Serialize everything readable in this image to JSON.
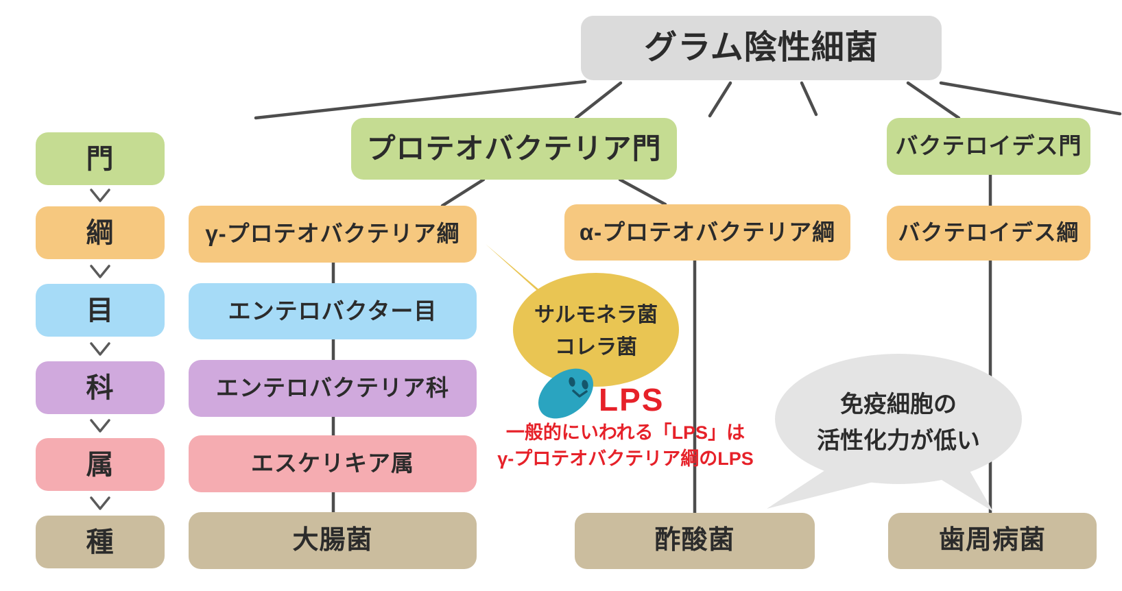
{
  "title": "グラム陰性細菌",
  "rank_column": {
    "ranks": [
      {
        "label": "門"
      },
      {
        "label": "綱"
      },
      {
        "label": "目"
      },
      {
        "label": "科"
      },
      {
        "label": "属"
      },
      {
        "label": "種"
      }
    ]
  },
  "tree": {
    "root": "グラム陰性細菌",
    "proteobacteria_phylum": "プロテオバクテリア門",
    "bacteroidetes_phylum": "バクテロイデス門",
    "gamma_class": "γ-プロテオバクテリア綱",
    "alpha_class": "α-プロテオバクテリア綱",
    "bacteroidetes_class": "バクテロイデス綱",
    "enterobacter_order": "エンテロバクター目",
    "enterobacteria_family": "エンテロバクテリア科",
    "escherichia_genus": "エスケリキア属",
    "e_coli": "大腸菌",
    "acetic_acid_bacteria": "酢酸菌",
    "periodontal_bacteria": "歯周病菌"
  },
  "callouts": {
    "salmonella_bubble_line1": "サルモネラ菌",
    "salmonella_bubble_line2": "コレラ菌",
    "lps_label": "LPS",
    "lps_note_line1": "一般的にいわれる「LPS」は",
    "lps_note_line2": "γ-プロテオバクテリア綱のLPS",
    "immune_bubble_line1": "免疫細胞の",
    "immune_bubble_line2": "活性化力が低い"
  },
  "colors": {
    "root_gray": "#dbdbdb",
    "phylum_green": "#c5dc92",
    "class_orange": "#f6c87f",
    "order_blue": "#a6dbf7",
    "family_purple": "#d0a9dd",
    "genus_pink": "#f5acb1",
    "species_tan": "#cbbd9e",
    "bubble_yellow": "#e9c553",
    "bubble_gray": "#e4e4e4",
    "bacterium_teal": "#2aa4c0",
    "note_red": "#e62129",
    "line_gray": "#4d4d4d"
  }
}
